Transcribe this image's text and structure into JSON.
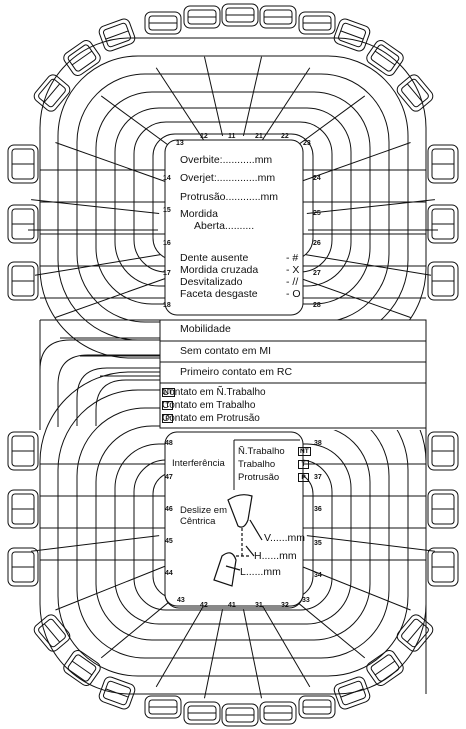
{
  "upper_box": {
    "tooth_top": [
      "12",
      "11",
      "21",
      "22"
    ],
    "tooth_corner_left": "13",
    "tooth_corner_right": "23",
    "tooth_left": [
      "14",
      "15",
      "16",
      "17",
      "18"
    ],
    "tooth_right": [
      "24",
      "25",
      "26",
      "27",
      "28"
    ],
    "overbite": "Overbite:...........mm",
    "overjet": "Overjet:..............mm",
    "protrusao": "Protrusão............mm",
    "mordida_1": "Mordida",
    "mordida_2": "Aberta..........",
    "legend": [
      {
        "label": "Dente ausente",
        "symbol": "- #"
      },
      {
        "label": "Mordida cruzada",
        "symbol": "- X"
      },
      {
        "label": "Desvitalizado",
        "symbol": "- //"
      },
      {
        "label": "Faceta desgaste",
        "symbol": "- O"
      }
    ]
  },
  "middle": {
    "rows": [
      "Mobilidade",
      "Sem contato em MI",
      "Primeiro contato em RC"
    ],
    "contacts": [
      {
        "box": "NT",
        "label": "Contato em Ñ.Trabalho"
      },
      {
        "box": "T",
        "label": "Contato em Trabalho"
      },
      {
        "box": "P",
        "label": "Contato em Protrusão"
      }
    ]
  },
  "lower_box": {
    "tooth_left": [
      "48",
      "47",
      "46",
      "45",
      "44"
    ],
    "tooth_right": [
      "38",
      "37",
      "36",
      "35",
      "34"
    ],
    "tooth_bottom": [
      "42",
      "41",
      "31",
      "32"
    ],
    "tooth_corner_left": "43",
    "tooth_corner_right": "33",
    "interferencia": "Interferência",
    "interf_rows": [
      {
        "label": "Ñ.Trabalho",
        "box": "NT"
      },
      {
        "label": "Trabalho",
        "box": "T"
      },
      {
        "label": "Protrusão",
        "box": "P"
      }
    ],
    "deslize_1": "Deslize em",
    "deslize_2": "Cêntrica",
    "v_mm": "V......mm",
    "h_mm": "H......mm",
    "l_mm": "L......mm"
  }
}
